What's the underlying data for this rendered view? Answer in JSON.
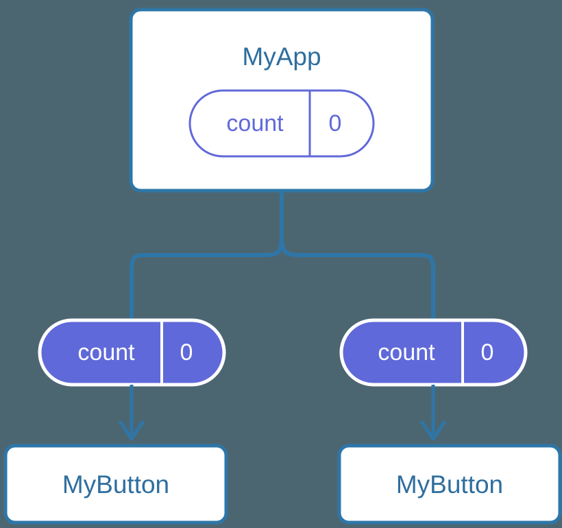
{
  "diagram": {
    "type": "component-tree",
    "background_color": "#4c6671",
    "accent_blue": "#2e6e9e",
    "accent_purple": "#6069d9",
    "surface_color": "#ffffff",
    "nodes": {
      "root": {
        "name": "MyApp",
        "style": "white-card-blue-border",
        "state_pill": {
          "key": "count",
          "value": "0",
          "style": "outlined"
        }
      },
      "left_branch": {
        "state_pill": {
          "key": "count",
          "value": "0",
          "style": "filled"
        },
        "child": {
          "name": "MyButton",
          "style": "white-card-blue-border"
        }
      },
      "right_branch": {
        "state_pill": {
          "key": "count",
          "value": "0",
          "style": "filled"
        },
        "child": {
          "name": "MyButton",
          "style": "white-card-blue-border"
        }
      }
    }
  }
}
